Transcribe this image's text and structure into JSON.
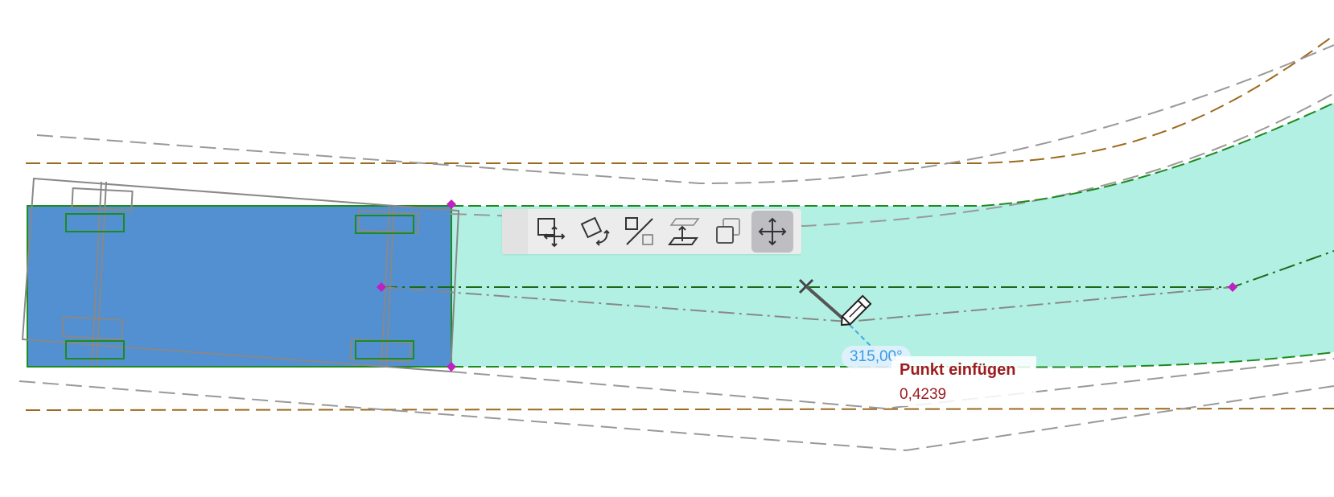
{
  "toolbar": {
    "buttons": [
      {
        "icon": "drag-move-icon",
        "active": false
      },
      {
        "icon": "rotate-icon",
        "active": false
      },
      {
        "icon": "mirror-icon",
        "active": false
      },
      {
        "icon": "elevate-icon",
        "active": false
      },
      {
        "icon": "multiply-icon",
        "active": false
      },
      {
        "icon": "move-icon",
        "active": true
      }
    ]
  },
  "angle_readout": "315,00°",
  "tooltip": {
    "title": "Punkt einfügen",
    "value": "0,4239"
  },
  "colors": {
    "selected_fill": "#5290d2",
    "area_fill": "#b2f0e4",
    "outline_green": "#1f8a1f",
    "guide_orange": "#9c6a1e",
    "hotspot_magenta": "#c020c0",
    "tooltip_text": "#9b1c1f",
    "angle_text": "#3b9ce6"
  }
}
